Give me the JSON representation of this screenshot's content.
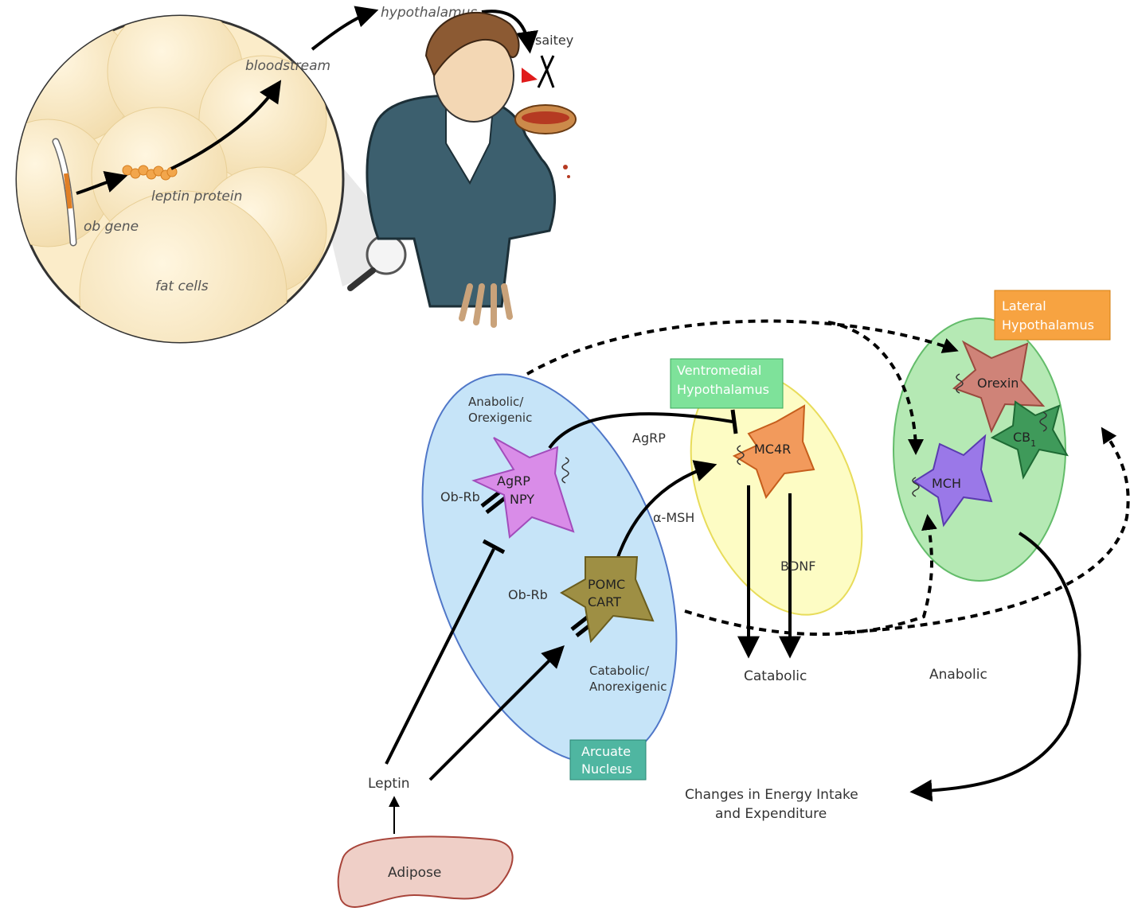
{
  "illustration": {
    "ob_gene": "ob gene",
    "leptin_protein": "leptin protein",
    "bloodstream": "bloodstream",
    "hypothalamus": "hypothalamus",
    "satiety": "saitey",
    "fat_cells": "fat cells"
  },
  "regions": {
    "arcuate": {
      "line1": "Arcuate",
      "line2": "Nucleus",
      "color": "#9fd0f0"
    },
    "ventromedial": {
      "line1": "Ventromedial",
      "line2": "Hypothalamus",
      "color": "#fff9b0"
    },
    "lateral": {
      "line1": "Lateral",
      "line2": "Hypothalamus",
      "color": "#9fe0a0"
    }
  },
  "neurons": {
    "agrp_npy": {
      "line1": "AgRP",
      "line2": "NPY",
      "color": "#d98ce8"
    },
    "pomc_cart": {
      "line1": "POMC",
      "line2": "CART",
      "color": "#9e8f44"
    },
    "mc4r": {
      "label": "MC4R",
      "color": "#f29a5c"
    },
    "orexin": {
      "label": "Orexin",
      "color": "#cf8378"
    },
    "cb1": {
      "label": "CB",
      "sub": "1",
      "color": "#3f9a5a"
    },
    "mch": {
      "label": "MCH",
      "color": "#9a78e8"
    }
  },
  "labels": {
    "anabolic_orexigenic_1": "Anabolic/",
    "anabolic_orexigenic_2": "Orexigenic",
    "catabolic_anorexigenic_1": "Catabolic/",
    "catabolic_anorexigenic_2": "Anorexigenic",
    "ob_rb_top": "Ob-Rb",
    "ob_rb_bottom": "Ob-Rb",
    "agrp": "AgRP",
    "alpha_msh": "α-MSH",
    "bdnf": "BDNF",
    "catabolic": "Catabolic",
    "anabolic": "Anabolic",
    "leptin": "Leptin",
    "adipose": "Adipose",
    "energy_1": "Changes in Energy Intake",
    "energy_2": "and Expenditure"
  }
}
